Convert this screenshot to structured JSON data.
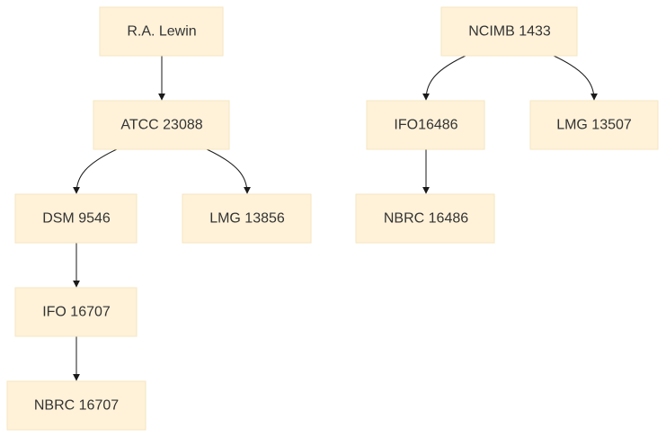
{
  "diagram": {
    "nodes": [
      {
        "id": "ra_lewin",
        "label": "R.A. Lewin"
      },
      {
        "id": "atcc_23088",
        "label": "ATCC 23088"
      },
      {
        "id": "dsm_9546",
        "label": "DSM 9546"
      },
      {
        "id": "lmg_13856",
        "label": "LMG 13856"
      },
      {
        "id": "ifo_16707",
        "label": "IFO 16707"
      },
      {
        "id": "nbrc_16707",
        "label": "NBRC 16707"
      },
      {
        "id": "ncimb_1433",
        "label": "NCIMB 1433"
      },
      {
        "id": "ifo16486",
        "label": "IFO16486"
      },
      {
        "id": "lmg_13507",
        "label": "LMG 13507"
      },
      {
        "id": "nbrc_16486",
        "label": "NBRC 16486"
      }
    ],
    "edges": [
      {
        "from": "ra_lewin",
        "to": "atcc_23088"
      },
      {
        "from": "atcc_23088",
        "to": "dsm_9546"
      },
      {
        "from": "atcc_23088",
        "to": "lmg_13856"
      },
      {
        "from": "dsm_9546",
        "to": "ifo_16707"
      },
      {
        "from": "ifo_16707",
        "to": "nbrc_16707"
      },
      {
        "from": "ncimb_1433",
        "to": "ifo16486"
      },
      {
        "from": "ncimb_1433",
        "to": "lmg_13507"
      },
      {
        "from": "ifo16486",
        "to": "nbrc_16486"
      }
    ]
  }
}
